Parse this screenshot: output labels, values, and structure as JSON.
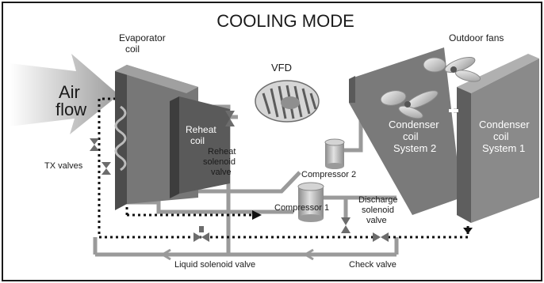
{
  "title": "COOLING MODE",
  "labels": {
    "evaporator": [
      "Evaporator",
      "coil"
    ],
    "outdoor_fans": "Outdoor fans",
    "vfd": "VFD",
    "air_flow": [
      "Air",
      "flow"
    ],
    "reheat_coil": [
      "Reheat",
      "coil"
    ],
    "reheat_valve": [
      "Reheat",
      "solenoid",
      "valve"
    ],
    "condenser_2": [
      "Condenser",
      "coil",
      "System 2"
    ],
    "condenser_1": [
      "Condenser",
      "coil",
      "System 1"
    ],
    "compressor_2": "Compressor 2",
    "compressor_1": "Compressor 1",
    "discharge_valve": [
      "Discharge",
      "solenoid",
      "valve"
    ],
    "tx_valves": "TX valves",
    "liquid_valve": "Liquid solenoid valve",
    "check_valve": "Check valve"
  },
  "colors": {
    "pipe": "#9a9a9a",
    "coil_face": "#6a6a6a",
    "reheat": "#5a5a5a",
    "condenser": "#7a7a7a",
    "compressor": "#bdbdbd",
    "valve": "#7c7c7c"
  }
}
